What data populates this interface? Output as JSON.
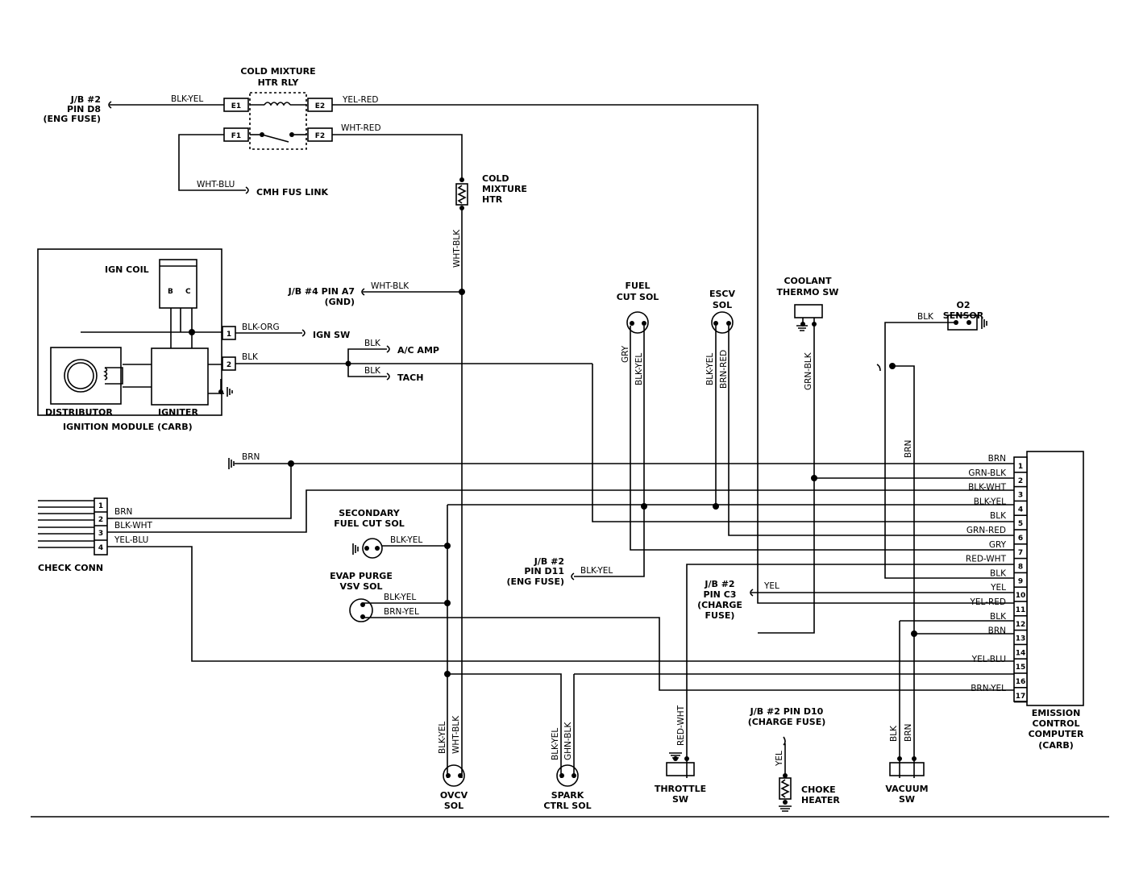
{
  "relay": {
    "title": [
      "COLD MIXTURE",
      "HTR RLY"
    ],
    "pins": {
      "e1": "E1",
      "e2": "E2",
      "f1": "F1",
      "f2": "F2"
    }
  },
  "source_jb2_d8": [
    "J/B #2",
    "PIN D8",
    "(ENG FUSE)"
  ],
  "wires": {
    "blk_yel": "BLK-YEL",
    "yel_red": "YEL-RED",
    "wht_red": "WHT-RED",
    "wht_blu": "WHT-BLU",
    "wht_blk": "WHT-BLK",
    "blk_org": "BLK-ORG",
    "blk": "BLK",
    "brn": "BRN",
    "blk_wht": "BLK-WHT",
    "yel_blu": "YEL-BLU",
    "brn_yel": "BRN-YEL",
    "gry": "GRY",
    "brn_red": "BRN-RED",
    "grn_blk": "GRN-BLK",
    "red_wht": "RED-WHT",
    "yel": "YEL",
    "ghn_blk": "GHN-BLK"
  },
  "cmh_fus_link": "CMH FUS LINK",
  "cold_mixture_htr": [
    "COLD",
    "MIXTURE",
    "HTR"
  ],
  "jb4_a7": [
    "J/B #4 PIN A7",
    "(GND)"
  ],
  "ign_coil": "IGN COIL",
  "coil_terminals": [
    "B",
    "C"
  ],
  "ign_sw": "IGN SW",
  "ac_amp": "A/C AMP",
  "tach": "TACH",
  "distributor": "DISTRIBUTOR",
  "igniter": "IGNITER",
  "ignition_module": "IGNITION MODULE (CARB)",
  "module_pins": [
    "1",
    "2"
  ],
  "fuel_cut_sol": [
    "FUEL",
    "CUT SOL"
  ],
  "escv_sol": [
    "ESCV",
    "SOL"
  ],
  "coolant_thermo_sw": [
    "COOLANT",
    "THERMO SW"
  ],
  "o2_sensor": [
    "O2",
    "SENSOR"
  ],
  "secondary_fuel_cut_sol": [
    "SECONDARY",
    "FUEL CUT SOL"
  ],
  "evap_purge_vsv": [
    "EVAP PURGE",
    "VSV SOL"
  ],
  "jb2_d11": [
    "J/B #2",
    "PIN D11",
    "(ENG FUSE)"
  ],
  "jb2_c3": [
    "J/B #2",
    "PIN C3",
    "(CHARGE",
    "FUSE)"
  ],
  "jb2_d10": [
    "J/B #2 PIN D10",
    "(CHARGE FUSE)"
  ],
  "check_conn": "CHECK CONN",
  "check_pins": [
    "1",
    "2",
    "3",
    "4"
  ],
  "ecu_pin_wires": [
    "BRN",
    "GRN-BLK",
    "BLK-WHT",
    "BLK-YEL",
    "BLK",
    "GRN-RED",
    "GRY",
    "RED-WHT",
    "BLK",
    "YEL",
    "YEL-RED",
    "BLK",
    "BRN",
    "",
    "YEL-BLU",
    "",
    "BRN-YEL"
  ],
  "ecu_pins": [
    "1",
    "2",
    "3",
    "4",
    "5",
    "6",
    "7",
    "8",
    "9",
    "10",
    "11",
    "12",
    "13",
    "14",
    "15",
    "16",
    "17"
  ],
  "ecu_name": [
    "EMISSION",
    "CONTROL",
    "COMPUTER",
    "(CARB)"
  ],
  "ovcv_sol": [
    "OVCV",
    "SOL"
  ],
  "spark_ctrl_sol": [
    "SPARK",
    "CTRL SOL"
  ],
  "throttle_sw": [
    "THROTTLE",
    "SW"
  ],
  "choke_heater": [
    "CHOKE",
    "HEATER"
  ],
  "vacuum_sw": [
    "VACUUM",
    "SW"
  ]
}
